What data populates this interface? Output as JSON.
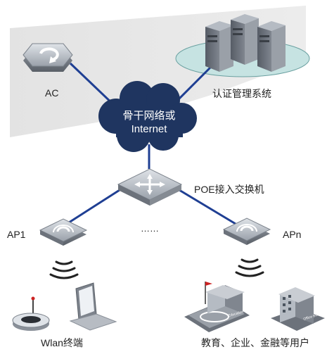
{
  "nodes": {
    "ac": {
      "label": "AC"
    },
    "auth": {
      "label": "认证管理系统"
    },
    "backbone": {
      "label_line1": "骨干网络或",
      "label_line2": "Internet"
    },
    "poe": {
      "label": "POE接入交换机"
    },
    "ap1": {
      "label": "AP1"
    },
    "apn": {
      "label": "APn"
    },
    "ellipsis": {
      "label": "……"
    },
    "wlan": {
      "label": "Wlan终端"
    },
    "users": {
      "label": "教育、企业、金融等用户"
    },
    "education_sign": {
      "label": "Education"
    },
    "office_sign": {
      "label": "Office Building"
    }
  },
  "colors": {
    "link": "#1f3f93",
    "cloud": "#1f3560",
    "device_gray": "#a6acb4",
    "banner": "#e5e5e5",
    "server_platform": "#c6e3e2"
  },
  "icons": [
    "ac-controller-icon",
    "server-rack-icon",
    "cloud-icon",
    "poe-switch-icon",
    "access-point-icon",
    "wifi-signal-icon",
    "handheld-terminal-icon",
    "laptop-icon",
    "school-building-icon",
    "office-building-icon"
  ]
}
